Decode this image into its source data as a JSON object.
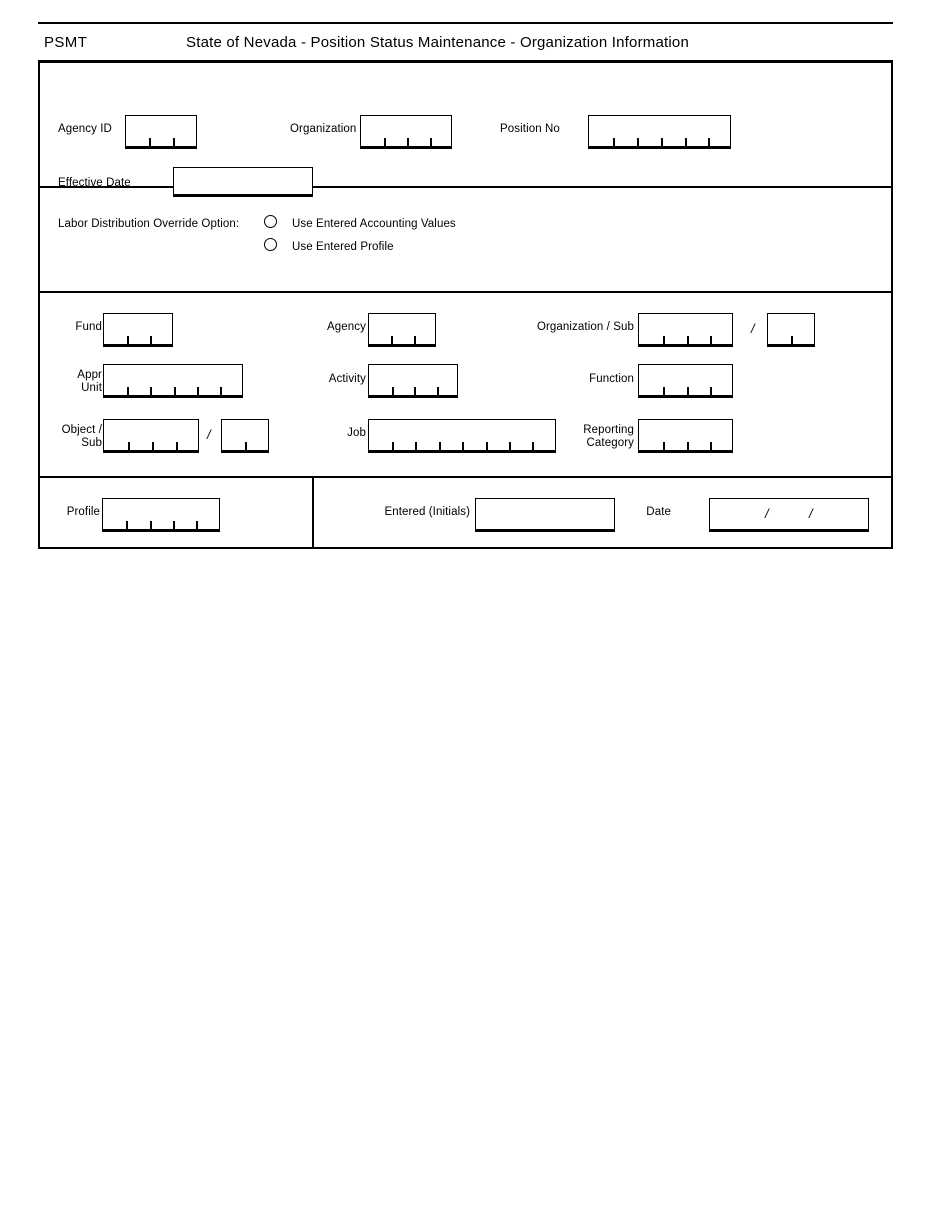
{
  "form": {
    "code": "PSMT",
    "title": "State of Nevada  -  Position Status Maintenance - Organization Information"
  },
  "identification": {
    "agency_id": {
      "label": "Agency ID",
      "value": "",
      "cells": 3
    },
    "organization": {
      "label": "Organization",
      "value": "",
      "cells": 4
    },
    "position_no": {
      "label": "Position No",
      "value": "",
      "cells": 6
    },
    "effective_date": {
      "label": "Effective Date",
      "value": "",
      "cells": 1
    }
  },
  "labor_distribution": {
    "label": "Labor Distribution Override Option:",
    "options": [
      {
        "label": "Use Entered Accounting Values",
        "selected": false
      },
      {
        "label": "Use Entered Profile",
        "selected": false
      }
    ]
  },
  "accounting": {
    "fund": {
      "label": "Fund",
      "value": "",
      "cells": 3
    },
    "appr_unit": {
      "label_line1": "Appr",
      "label_line2": "Unit",
      "value": "",
      "cells": 6
    },
    "object": {
      "label_line1": "Object /",
      "label_line2": "Sub",
      "value": "",
      "cells": 4
    },
    "object_sub": {
      "value": "",
      "cells": 2
    },
    "agency": {
      "label": "Agency",
      "value": "",
      "cells": 3
    },
    "activity": {
      "label": "Activity",
      "value": "",
      "cells": 4
    },
    "job": {
      "label": "Job",
      "value": "",
      "cells": 8
    },
    "organization_sub": {
      "label": "Organization / Sub",
      "value": "",
      "cells": 4
    },
    "organization_sub_sub": {
      "value": "",
      "cells": 2
    },
    "function": {
      "label": "Function",
      "value": "",
      "cells": 4
    },
    "reporting_category": {
      "label_line1": "Reporting",
      "label_line2": "Category",
      "value": "",
      "cells": 4
    },
    "separator": "/"
  },
  "footer": {
    "profile": {
      "label": "Profile",
      "value": "",
      "cells": 5
    },
    "entered_initials": {
      "label": "Entered (Initials)",
      "value": ""
    },
    "date": {
      "label": "Date",
      "value": "",
      "separator1": "/",
      "separator2": "/"
    }
  }
}
